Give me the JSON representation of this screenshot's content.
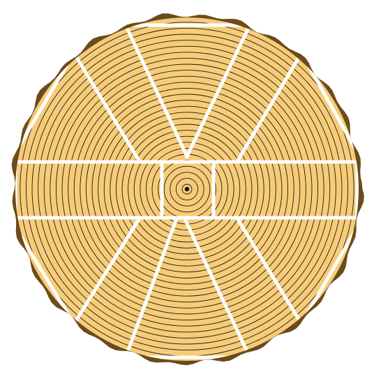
{
  "diagram": {
    "subject": "",
    "pieces": [
      {
        "id": "center-block"
      },
      {
        "id": "left-plank"
      },
      {
        "id": "right-plank"
      },
      {
        "id": "wedge-top"
      },
      {
        "id": "wedge-top-right"
      },
      {
        "id": "wedge-bottom-right"
      },
      {
        "id": "wedge-bottom"
      },
      {
        "id": "wedge-bottom-left"
      },
      {
        "id": "wedge-top-left"
      }
    ],
    "colors": {
      "wood": "#f7cc78",
      "rings": "#1a1a1a",
      "bark": "#6b4a1c",
      "kerf": "#ffffff",
      "pith": "#111111"
    }
  }
}
